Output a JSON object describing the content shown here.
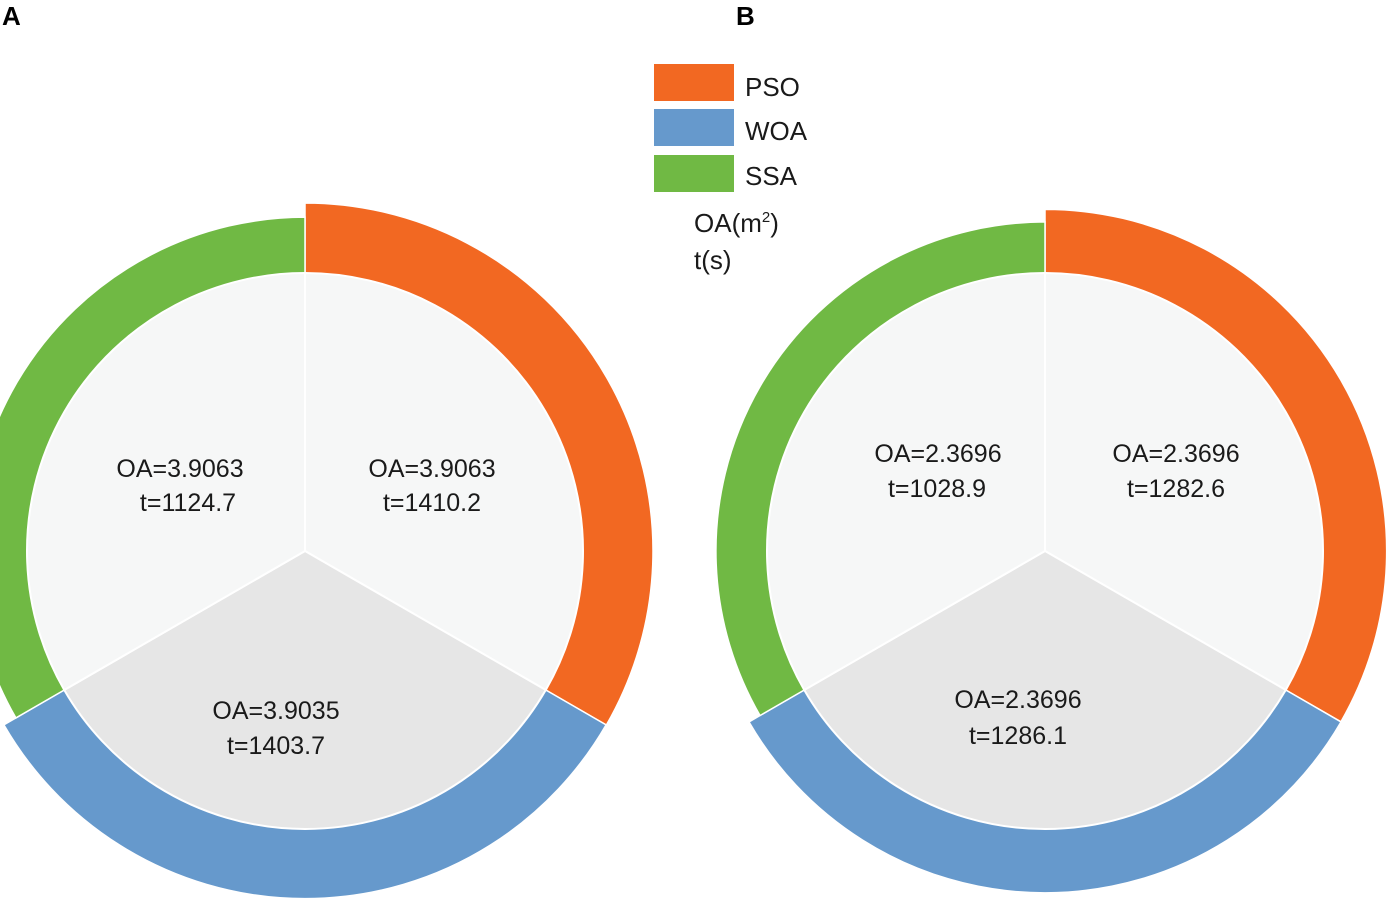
{
  "colors": {
    "PSO": "#f26822",
    "WOA": "#6699cc",
    "SSA": "#70b944",
    "slice_light": "#f6f7f7",
    "slice_gray": "#e6e6e6",
    "separator": "#ffffff"
  },
  "legend": {
    "items": [
      {
        "name": "PSO",
        "label": "PSO"
      },
      {
        "name": "WOA",
        "label": "WOA"
      },
      {
        "name": "SSA",
        "label": "SSA"
      }
    ],
    "note_line1_base": "OA(m",
    "note_line1_sup": "2",
    "note_line1_close": ")",
    "note_line2": "t(s)"
  },
  "chart_data": [
    {
      "type": "pie",
      "panel": "A",
      "slices": [
        {
          "algorithm": "PSO",
          "OA": 3.9063,
          "t": 1410.2,
          "oa_label": "OA=3.9063",
          "t_label": "t=1410.2"
        },
        {
          "algorithm": "WOA",
          "OA": 3.9035,
          "t": 1403.7,
          "oa_label": "OA=3.9035",
          "t_label": "t=1403.7"
        },
        {
          "algorithm": "SSA",
          "OA": 3.9063,
          "t": 1124.7,
          "oa_label": "OA=3.9063",
          "t_label": "t=1124.7"
        }
      ]
    },
    {
      "type": "pie",
      "panel": "B",
      "slices": [
        {
          "algorithm": "PSO",
          "OA": 2.3696,
          "t": 1282.6,
          "oa_label": "OA=2.3696",
          "t_label": "t=1282.6"
        },
        {
          "algorithm": "WOA",
          "OA": 2.3696,
          "t": 1286.1,
          "oa_label": "OA=2.3696",
          "t_label": "t=1286.1"
        },
        {
          "algorithm": "SSA",
          "OA": 2.3696,
          "t": 1028.9,
          "oa_label": "OA=2.3696",
          "t_label": "t=1028.9"
        }
      ]
    }
  ]
}
